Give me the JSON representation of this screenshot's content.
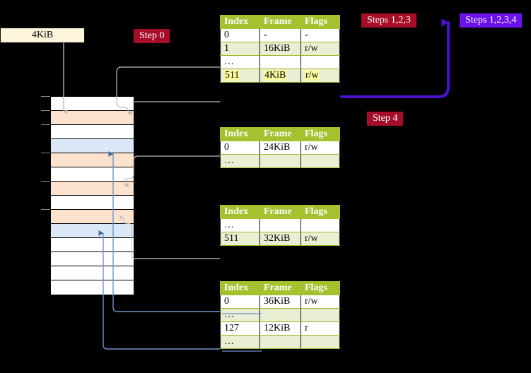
{
  "diagram": {
    "title_block": {
      "size_label": "4KiB"
    },
    "badges": [
      {
        "id": "step0",
        "label": "Step 0",
        "color": "#a50d28"
      },
      {
        "id": "steps123",
        "label": "Steps 1,2,3",
        "color": "#a50d28"
      },
      {
        "id": "steps1234",
        "label": "Steps 1,2,3,4",
        "color": "#6a12ef"
      },
      {
        "id": "step4",
        "label": "Step 4",
        "color": "#a50d28"
      }
    ],
    "columns": {
      "index": "Index",
      "frame": "Frame",
      "flags": "Flags"
    },
    "tables": [
      {
        "id": "pml4",
        "rows": [
          {
            "index": "0",
            "frame": "-",
            "flags": "-",
            "style": "plain",
            "highlight": false
          },
          {
            "index": "1",
            "frame": "16KiB",
            "flags": "r/w",
            "style": "alt",
            "highlight": false
          },
          {
            "index": "…",
            "frame": "",
            "flags": "",
            "style": "plain",
            "highlight": false
          },
          {
            "index": "511",
            "frame": "4KiB",
            "flags": "r/w",
            "style": "alt",
            "highlight": true
          }
        ]
      },
      {
        "id": "pdpt",
        "rows": [
          {
            "index": "0",
            "frame": "24KiB",
            "flags": "r/w",
            "style": "plain",
            "highlight": false
          },
          {
            "index": "…",
            "frame": "",
            "flags": "",
            "style": "alt",
            "highlight": false
          }
        ]
      },
      {
        "id": "pd",
        "rows": [
          {
            "index": "…",
            "frame": "",
            "flags": "",
            "style": "plain",
            "highlight": false
          },
          {
            "index": "511",
            "frame": "32KiB",
            "flags": "r/w",
            "style": "alt",
            "highlight": false
          }
        ]
      },
      {
        "id": "pt",
        "rows": [
          {
            "index": "0",
            "frame": "36KiB",
            "flags": "r/w",
            "style": "plain",
            "highlight": false
          },
          {
            "index": "…",
            "frame": "",
            "flags": "",
            "style": "alt",
            "highlight": false
          },
          {
            "index": "127",
            "frame": "12KiB",
            "flags": "r",
            "style": "plain",
            "highlight": false
          },
          {
            "index": "…",
            "frame": "",
            "flags": "",
            "style": "alt",
            "highlight": false
          }
        ]
      }
    ],
    "memory_rows": [
      {
        "fill": "white"
      },
      {
        "fill": "peach"
      },
      {
        "fill": "white"
      },
      {
        "fill": "blue"
      },
      {
        "fill": "peach"
      },
      {
        "fill": "white"
      },
      {
        "fill": "peach"
      },
      {
        "fill": "white"
      },
      {
        "fill": "peach"
      },
      {
        "fill": "blue"
      },
      {
        "fill": "white"
      },
      {
        "fill": "white"
      },
      {
        "fill": "white"
      },
      {
        "fill": "white"
      }
    ],
    "colors": {
      "table_header": "#a3c22e",
      "table_alt_row": "#e9efd3",
      "highlight": "#fbfba0",
      "memory_peach": "#fde3ce",
      "memory_blue": "#dbe8f8",
      "box_cream": "#fdf6dd",
      "connector_gray": "#b3b3b3",
      "connector_blue": "#6f94c8",
      "arrow_purple": "#4b0fd0",
      "background": "#000000"
    }
  }
}
